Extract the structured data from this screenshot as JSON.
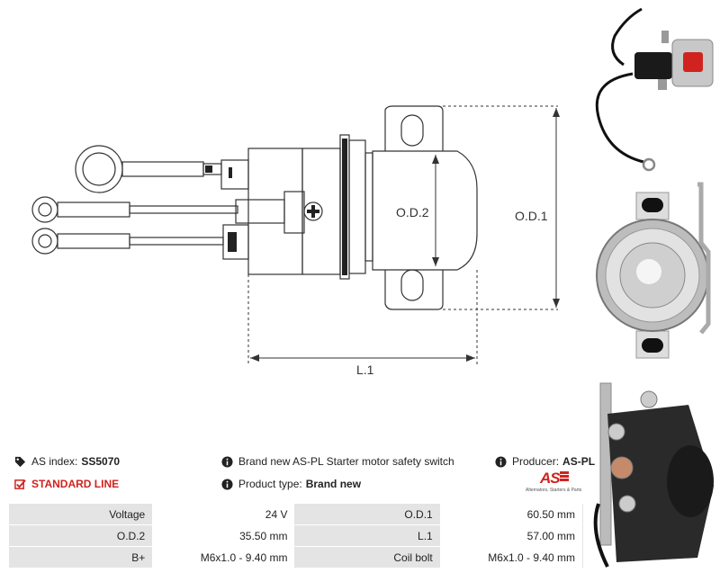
{
  "drawing": {
    "label_od2": "O.D.2",
    "label_od1": "O.D.1",
    "label_l1": "L.1"
  },
  "info": {
    "as_index_label": "AS index:",
    "as_index_value": "SS5070",
    "standard_line": "STANDARD LINE",
    "description": "Brand new AS-PL Starter motor safety switch",
    "product_type_label": "Product type:",
    "product_type_value": "Brand new",
    "producer_label": "Producer:",
    "producer_value": "AS-PL"
  },
  "logo": {
    "mark": "AS",
    "tagline": "Alternators, Starters & Parts"
  },
  "specs": [
    {
      "k1": "Voltage",
      "v1": "24 V",
      "k2": "O.D.1",
      "v2": "60.50 mm"
    },
    {
      "k1": "O.D.2",
      "v1": "35.50 mm",
      "k2": "L.1",
      "v2": "57.00 mm"
    },
    {
      "k1": "B+",
      "v1": "M6x1.0 - 9.40 mm",
      "k2": "Coil bolt",
      "v2": "M6x1.0 - 9.40 mm"
    }
  ],
  "colors": {
    "accent": "#d0231f",
    "table_key_bg": "#e4e4e4"
  }
}
